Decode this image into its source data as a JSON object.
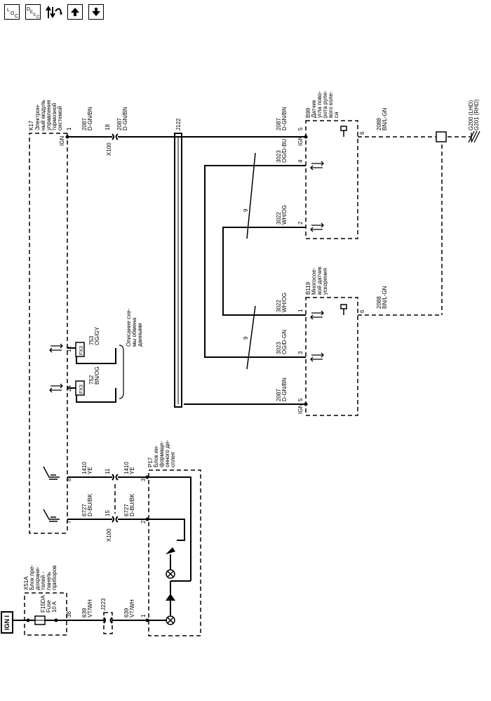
{
  "toolbar": {
    "buttons": [
      {
        "name": "locator-button",
        "text": "L O C"
      },
      {
        "name": "description-button",
        "text": "D E S C"
      },
      {
        "name": "signal-flow-button",
        "text": "⇅"
      },
      {
        "name": "arrow-up-button",
        "text": "↑"
      },
      {
        "name": "arrow-down-button",
        "text": "↓"
      }
    ]
  },
  "ign_box": "IGN I",
  "fuse_block": {
    "ref": "X51A",
    "desc": [
      "Блок пре-",
      "дохрани-",
      "телей -",
      "панель",
      "приборов"
    ],
    "fuse": "F15DA",
    "fuse_type": "Fuse",
    "amp": "10 A",
    "pin": "38"
  },
  "k17": {
    "ref": "K17",
    "desc": [
      "Электрон-",
      "ный модуль",
      "управления",
      "тормозной",
      "системой"
    ],
    "ign": "IGN",
    "pin1": "1",
    "pin7": "7",
    "pin8": "8",
    "pin12": "12",
    "pin24": "24"
  },
  "wires": {
    "w2087_1": [
      "2087",
      "D-GN/BN"
    ],
    "w2087_2": [
      "2087",
      "D-GN/BN"
    ],
    "w2087_3": [
      "2087",
      "D-GN/BN"
    ],
    "w2087_4": [
      "2087",
      "D-GN/BN"
    ],
    "w3023_1": [
      "3023",
      "OG/D-BU"
    ],
    "w3022_1": [
      "3022",
      "WH/OG"
    ],
    "w3022_2": [
      "3022",
      "WH/OG"
    ],
    "w3023_2": [
      "3023",
      "OG/D-GN"
    ],
    "w2088_1": [
      "2088",
      "BN/L-GN"
    ],
    "w2088_2": [
      "2088",
      "BN/L-GN"
    ],
    "w753": [
      "753",
      "OG/GY"
    ],
    "w752": [
      "752",
      "BN/OG"
    ],
    "w1410_1": [
      "1410",
      "YE"
    ],
    "w1410_2": [
      "1410",
      "YE"
    ],
    "w6727_1": [
      "6727",
      "D-BU/BK"
    ],
    "w6727_2": [
      "6727",
      "D-BU/BK"
    ],
    "w639_1": [
      "639",
      "VT/WH"
    ],
    "w639_2": [
      "639",
      "VT/WH"
    ]
  },
  "connectors": {
    "x100_top": "X100",
    "x100_bottom": "X100",
    "pin18": "18",
    "pin11": "11",
    "pin15": "15",
    "j122": "J122",
    "j223": "J223",
    "fx3_a": "FX3",
    "fx3_b": "FX3",
    "twist_a": "9",
    "twist_b": "9"
  },
  "comm_note": [
    "Описание схе-",
    "мы обмена",
    "данными"
  ],
  "b99": {
    "ref": "B99",
    "desc": [
      "Датчик",
      "угла пово-",
      "рота руле-",
      "вого коле-",
      "са"
    ],
    "ign": "IGN",
    "pin5": "5",
    "pin4": "4",
    "pin2": "2",
    "pin6": "6"
  },
  "b119": {
    "ref": "B119",
    "desc": [
      "Многосое-",
      "вой датчик",
      "ускорения"
    ],
    "ign": "IGN",
    "pin1": "1",
    "pin3": "3",
    "pin5": "5",
    "pin6": "6"
  },
  "p17": {
    "ref": "P17",
    "desc": [
      "Блок ин-",
      "формаци-",
      "онного ди-",
      "сплея"
    ],
    "pin1": "1",
    "pin2": "2",
    "pin3": "3"
  },
  "ground": [
    "G200 (LHD)",
    "G201 (RHD)"
  ]
}
